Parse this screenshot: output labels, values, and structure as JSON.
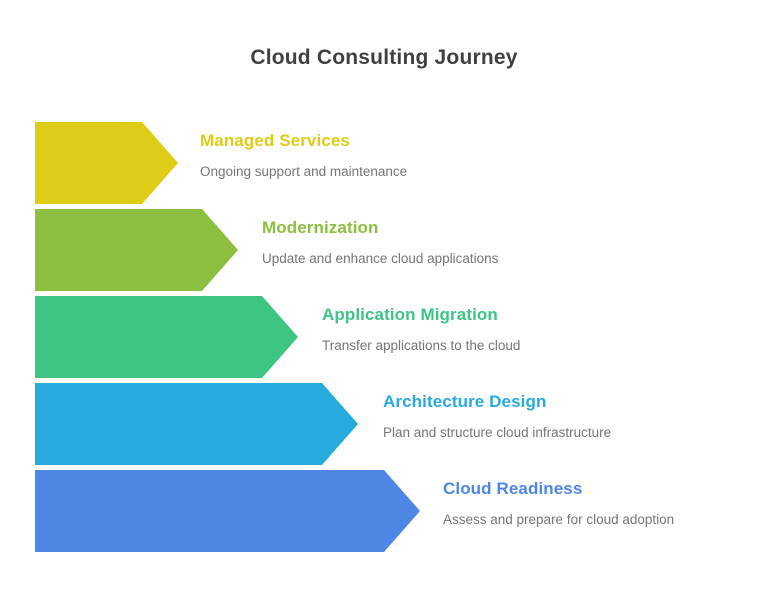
{
  "title": "Cloud Consulting Journey",
  "title_color": "#404040",
  "description_color": "#757575",
  "steps": [
    {
      "title": "Managed Services",
      "description": "Ongoing support and maintenance",
      "color": "#dfcc16"
    },
    {
      "title": "Modernization",
      "description": "Update and enhance cloud applications",
      "color": "#8cbe3f"
    },
    {
      "title": "Application Migration",
      "description": "Transfer applications to the cloud",
      "color": "#3ec483"
    },
    {
      "title": "Architecture Design",
      "description": "Plan and structure cloud infrastructure",
      "color": "#27aadc"
    },
    {
      "title": "Cloud Readiness",
      "description": "Assess and prepare for cloud adoption",
      "color": "#4e86e5"
    }
  ]
}
